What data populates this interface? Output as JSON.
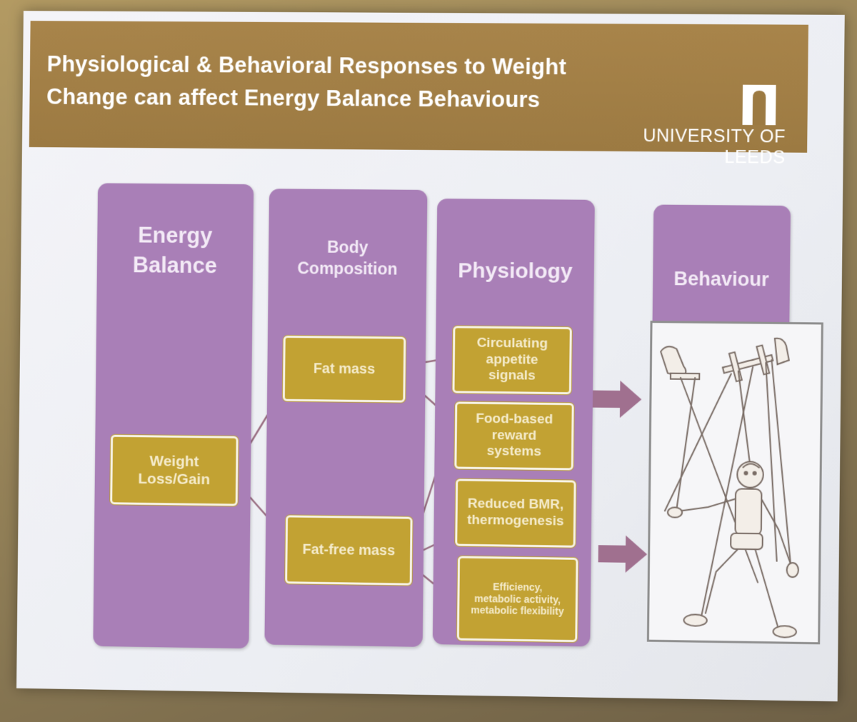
{
  "slide": {
    "title_line1": "Physiological & Behavioral Responses to Weight",
    "title_line2": "Change can affect Energy Balance Behaviours",
    "university": "UNIVERSITY OF LEEDS"
  },
  "columns": {
    "energy_balance": {
      "heading_line1": "Energy",
      "heading_line2": "Balance"
    },
    "body_composition": {
      "heading_line1": "Body",
      "heading_line2": "Composition"
    },
    "physiology": {
      "heading": "Physiology"
    },
    "behaviour": {
      "heading": "Behaviour"
    }
  },
  "boxes": {
    "weight": {
      "line1": "Weight",
      "line2": "Loss/Gain"
    },
    "fat_mass": "Fat mass",
    "fat_free_mass": "Fat-free mass",
    "appetite": {
      "line1": "Circulating",
      "line2": "appetite",
      "line3": "signals"
    },
    "reward": {
      "line1": "Food-based",
      "line2": "reward",
      "line3": "systems"
    },
    "bmr": {
      "line1": "Reduced BMR,",
      "line2": "thermogenesis"
    },
    "efficiency": {
      "line1": "Efficiency,",
      "line2": "metabolic activity,",
      "line3": "metabolic flexibility"
    }
  },
  "icons": {
    "logo": "leeds-tower-logo-icon",
    "arrow": "right-arrow-icon",
    "puppet": "marionette-puppet-illustration"
  },
  "colors": {
    "header": "#9c7a42",
    "column": "#a97fb7",
    "box": "#c2a233",
    "arrow": "#a0708f"
  }
}
